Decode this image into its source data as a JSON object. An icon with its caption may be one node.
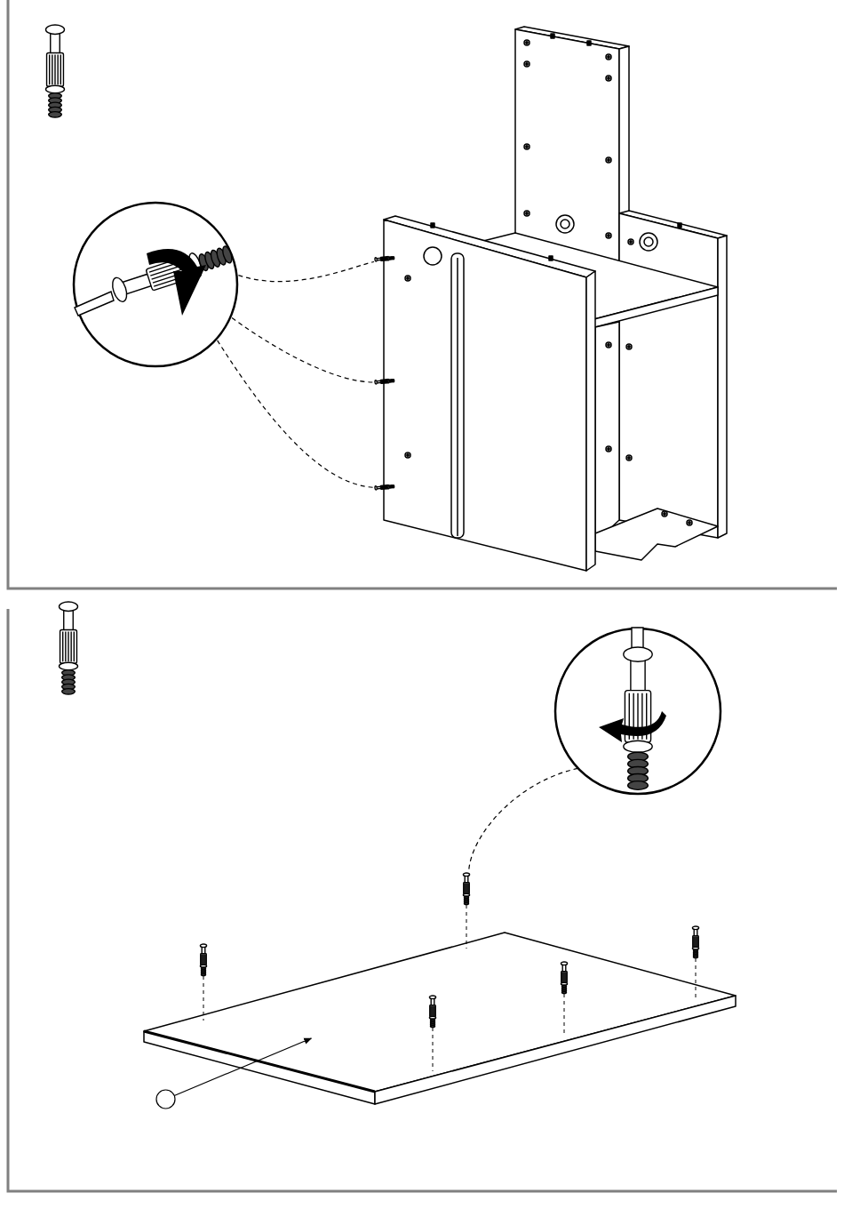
{
  "diagram": {
    "nodes": [
      {
        "text": [],
        "shape": "picture"
      },
      {
        "text": [],
        "shape": "circle"
      },
      {
        "text": [],
        "shape": "picture"
      },
      {
        "text": [],
        "shape": "picture"
      },
      {
        "text": [],
        "shape": "picture"
      },
      {
        "text": [],
        "shape": "picture"
      },
      {
        "text": [],
        "shape": "picture"
      },
      {
        "text": [],
        "shape": "circle"
      },
      {
        "text": [],
        "shape": "picture"
      },
      {
        "text": [],
        "shape": "picture"
      },
      {
        "text": [],
        "shape": "circle"
      }
    ],
    "edges": [
      {
        "from": 1,
        "to": 3,
        "arrow": "none",
        "style": "dashed"
      },
      {
        "from": 1,
        "to": 4,
        "arrow": "none",
        "style": "dashed"
      },
      {
        "from": 1,
        "to": 5,
        "arrow": "none",
        "style": "dashed"
      },
      {
        "from": 7,
        "to": 9,
        "arrow": "none",
        "style": "dashed"
      },
      {
        "from": 10,
        "to": 8,
        "arrow": "to"
      }
    ]
  }
}
